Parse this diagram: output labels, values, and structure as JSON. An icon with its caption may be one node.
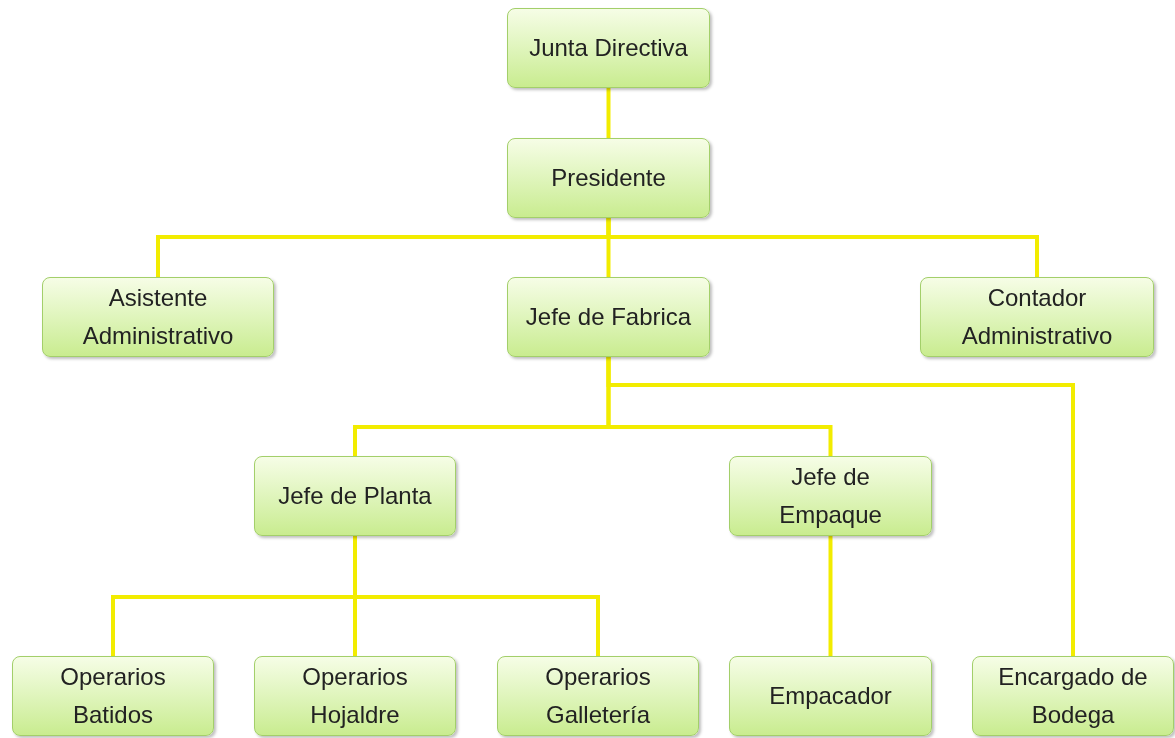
{
  "diagram": {
    "nodes": [
      {
        "text": [
          "Junta Directiva"
        ]
      },
      {
        "text": [
          "Presidente"
        ]
      },
      {
        "text": [
          "Asistente Administrativo"
        ]
      },
      {
        "text": [
          "Jefe de Fabrica"
        ]
      },
      {
        "text": [
          "Contador Administrativo"
        ]
      },
      {
        "text": [
          "Jefe de Planta"
        ]
      },
      {
        "text": [
          "Jefe de Empaque"
        ]
      },
      {
        "text": [
          "Operarios Batidos"
        ]
      },
      {
        "text": [
          "Operarios Hojaldre"
        ]
      },
      {
        "text": [
          "Operarios Galletería"
        ]
      },
      {
        "text": [
          "Empacador"
        ]
      },
      {
        "text": [
          "Encargado de Bodega"
        ]
      }
    ],
    "edges": [
      {
        "from": 0,
        "to": 1,
        "arrow": "none"
      },
      {
        "from": 1,
        "to": 2,
        "arrow": "none"
      },
      {
        "from": 1,
        "to": 3,
        "arrow": "none"
      },
      {
        "from": 1,
        "to": 4,
        "arrow": "none"
      },
      {
        "from": 3,
        "to": 5,
        "arrow": "none"
      },
      {
        "from": 3,
        "to": 6,
        "arrow": "none"
      },
      {
        "from": 3,
        "to": 11,
        "arrow": "none"
      },
      {
        "from": 5,
        "to": 7,
        "arrow": "none"
      },
      {
        "from": 5,
        "to": 8,
        "arrow": "none"
      },
      {
        "from": 5,
        "to": 9,
        "arrow": "none"
      },
      {
        "from": 6,
        "to": 10,
        "arrow": "none"
      }
    ]
  }
}
